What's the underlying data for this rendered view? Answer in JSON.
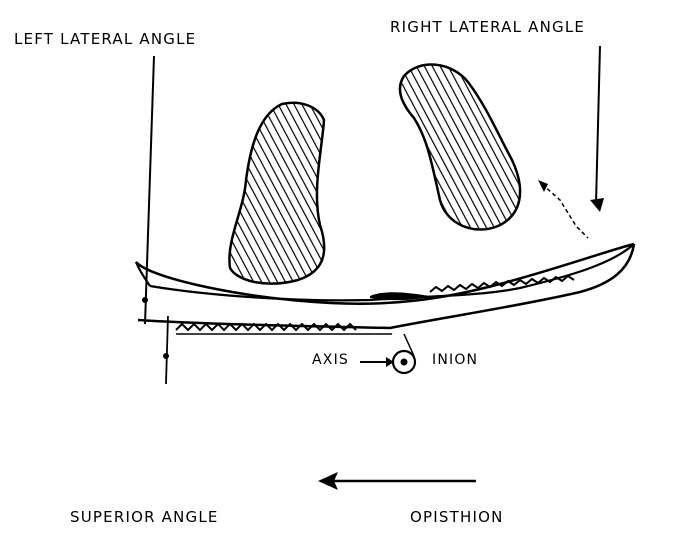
{
  "labels": {
    "left_lateral_angle": "LEFT LATERAL ANGLE",
    "right_lateral_angle": "RIGHT LATERAL ANGLE",
    "axis": "AXIS",
    "inion": "INION",
    "superior_angle": "SUPERIOR ANGLE",
    "opisthion": "OPISTHION"
  },
  "colors": {
    "ink": "#000000",
    "background": "#ffffff"
  }
}
